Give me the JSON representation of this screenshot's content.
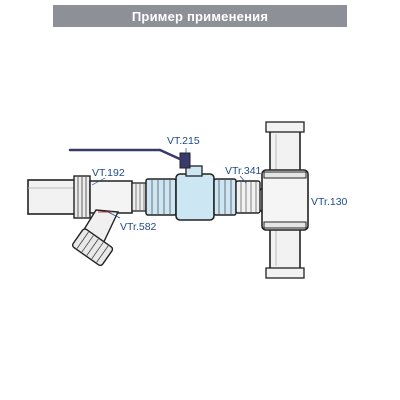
{
  "header": {
    "title": "Пример применения",
    "background": "#8d9097",
    "text_color": "#ffffff"
  },
  "labels": {
    "vt215": "VT.215",
    "vt192": "VT.192",
    "vtr341": "VTr.341",
    "vtr130": "VTr.130",
    "vtr582": "VTr.582"
  },
  "colors": {
    "pipe_fill": "#f2f2f2",
    "outline": "#222222",
    "valve_body": "#cde6f3",
    "label_text": "#1e4a8a",
    "handle": "#3a3a6a"
  }
}
